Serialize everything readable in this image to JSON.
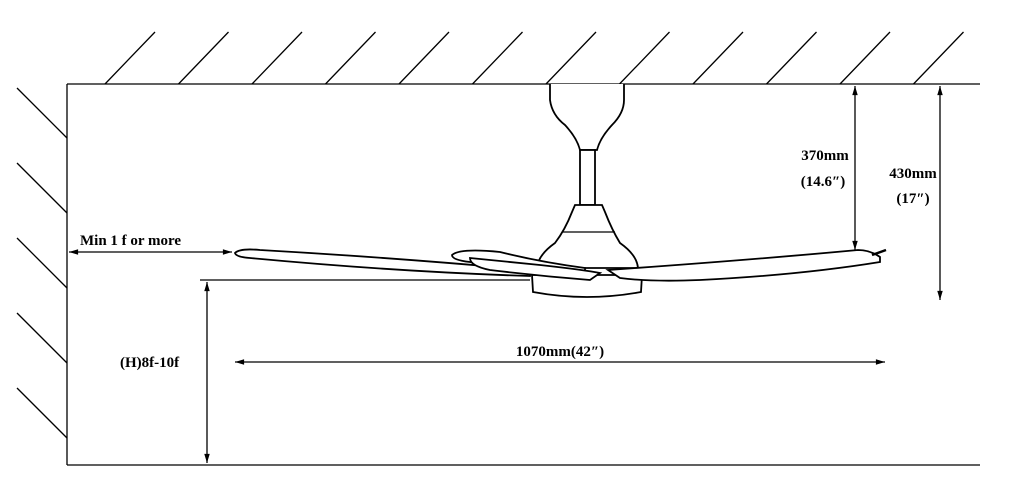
{
  "labels": {
    "min_clearance": "Min 1 f or more",
    "drop_370_mm": "370mm",
    "drop_370_in": "(14.6″)",
    "drop_430_mm": "430mm",
    "drop_430_in": "(17″)",
    "span": "1070mm(42″)",
    "height": "(H)8f-10f"
  }
}
